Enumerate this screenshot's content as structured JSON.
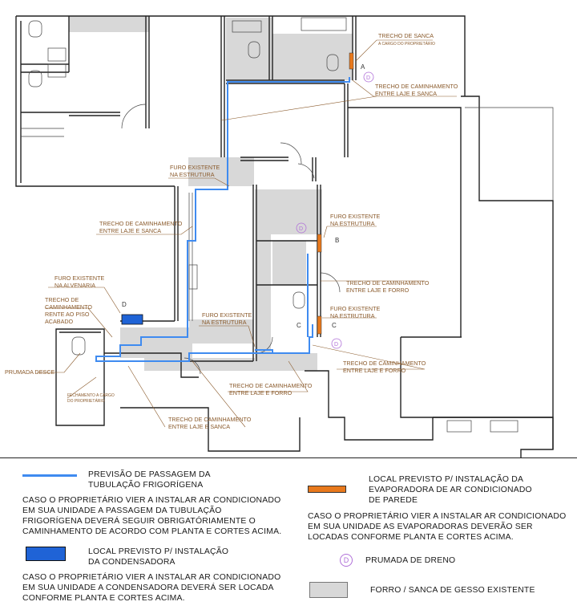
{
  "plan_labels": {
    "trecho_sanca": "TRECHO DE SANCA",
    "a_cargo": "A CARGO DO PROPRIETÁRIO",
    "trecho_laje_sanca_top1": "TRECHO DE CAMINHAMENTO",
    "trecho_laje_sanca_top2": "ENTRE LAJE E SANCA",
    "furo_estrutura_1a": "FURO EXISTENTE",
    "furo_estrutura_1b": "NA ESTRUTURA",
    "trecho_left_1": "TRECHO DE CAMINHAMENTO",
    "trecho_left_2": "ENTRE LAJE E SANCA",
    "furo_estrutura_2a": "FURO EXISTENTE",
    "furo_estrutura_2b": "NA ESTRUTURA",
    "furo_alvenaria_1": "FURO EXISTENTE",
    "furo_alvenaria_2": "NA ALVENARIA",
    "trecho_piso_1": "TRECHO DE",
    "trecho_piso_2": "CAMINHAMENTO",
    "trecho_piso_3": "RENTE AO PISO",
    "trecho_piso_4": "ACABADO",
    "trecho_forro_mid1": "TRECHO DE CAMINHAMENTO",
    "trecho_forro_mid2": "ENTRE LAJE E FORRO",
    "furo_estrutura_3a": "FURO EXISTENTE",
    "furo_estrutura_3b": "NA ESTRUTURA",
    "furo_estrutura_4a": "FURO EXISTENTE",
    "furo_estrutura_4b": "NA ESTRUTURA",
    "prumada_desce": "PRUMADA DESCE",
    "fechamento_1": "FECHAMENTO A CARGO",
    "fechamento_2": "DO PROPRIETÁRIO",
    "trecho_forro_r1": "TRECHO DE CAMINHAMENTO",
    "trecho_forro_r2": "ENTRE LAJE E FORRO",
    "trecho_forro_b1": "TRECHO DE CAMINHAMENTO",
    "trecho_forro_b2": "ENTRE LAJE E FORRO",
    "trecho_sanca_b1": "TRECHO DE CAMINHAMENTO",
    "trecho_sanca_b2": "ENTRE LAJE E SANCA",
    "mark_a": "A",
    "mark_b": "B",
    "mark_c": "C",
    "mark_d": "D"
  },
  "legend": {
    "pipe_title_1": "PREVISÃO DE PASSAGEM DA",
    "pipe_title_2": "TUBULAÇÃO FRIGORÍGENA",
    "pipe_note_1": "CASO O PROPRIETÁRIO VIER A INSTALAR AR CONDICIONADO",
    "pipe_note_2": "EM SUA UNIDADE A PASSAGEM DA TUBULAÇÃO",
    "pipe_note_3": "FRIGORÍGENA DEVERÁ SEGUIR OBRIGATÓRIAMENTE O",
    "pipe_note_4": "CAMINHAMENTO DE ACORDO COM PLANTA E CORTES ACIMA.",
    "cond_title_1": "LOCAL PREVISTO P/ INSTALAÇÃO",
    "cond_title_2": "DA CONDENSADORA",
    "cond_note_1": "CASO O PROPRIETÁRIO VIER A INSTALAR AR CONDICIONADO",
    "cond_note_2": "EM SUA UNIDADE A CONDENSADORA DEVERÁ SER LOCADA",
    "cond_note_3": "CONFORME PLANTA E CORTES ACIMA.",
    "evap_title_1": "LOCAL PREVISTO P/ INSTALAÇÃO DA",
    "evap_title_2": "EVAPORADORA DE AR CONDICIONADO",
    "evap_title_3": "DE PAREDE",
    "evap_note_1": "CASO O PROPRIETÁRIO VIER A INSTALAR AR CONDICIONADO",
    "evap_note_2": "EM SUA UNIDADE AS EVAPORADORAS DEVERÃO SER",
    "evap_note_3": "LOCADAS  CONFORME PLANTA E CORTES ACIMA.",
    "dreno_symbol": "D",
    "dreno_label": "PRUMADA DE DRENO",
    "forro_label": "FORRO / SANCA DE GESSO EXISTENTE"
  },
  "colors": {
    "pipe": "#3f8bf0",
    "condensadora": "#1f63d6",
    "evaporadora": "#e8791c",
    "dreno": "#b070d8",
    "forro": "#d8d8d8",
    "labels": "#8a5a2b"
  }
}
